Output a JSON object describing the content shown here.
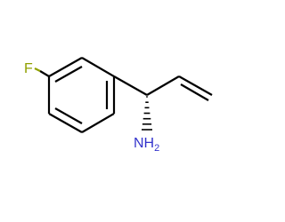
{
  "molecule": {
    "atoms": {
      "fluorine": {
        "symbol": "F"
      },
      "amine": {
        "symbol": "NH",
        "subscript": "2"
      }
    },
    "colors": {
      "bond": "#000000",
      "fluorine": "#90a000",
      "nitrogen": "#3333cc",
      "background": "#ffffff"
    },
    "stereo": "hashed-wedge"
  }
}
